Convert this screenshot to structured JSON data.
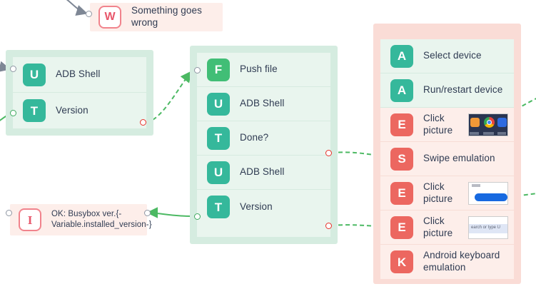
{
  "canvas": {
    "background": "#ffffff",
    "accents": {
      "teal": "#35b89b",
      "green": "#41be76",
      "red": "#ec6760",
      "pink_outline": "#f1838c",
      "group_green": "#d5ece0",
      "group_green_inner": "#e9f5ee",
      "group_pink": "#fadcd6",
      "group_pink_inner": "#fdeeea",
      "wire_green": "#4cb963",
      "wire_gray": "#7e8795",
      "port_red": "#e8312a"
    }
  },
  "nodes": {
    "warning": {
      "icon": "W",
      "icon_name": "warning-letter-icon",
      "label": "Something goes wrong"
    },
    "info": {
      "icon": "I",
      "icon_name": "info-letter-icon",
      "label": "OK: Busybox ver.{-Variable.installed_version-}"
    }
  },
  "groups": [
    {
      "id": "adb-version-group",
      "name": "group-adb-version",
      "rows": [
        {
          "icon": "U",
          "icon_color": "teal",
          "label": "ADB Shell"
        },
        {
          "icon": "T",
          "icon_color": "teal",
          "label": "Version"
        }
      ]
    },
    {
      "id": "push-file-group",
      "name": "group-push-file",
      "rows": [
        {
          "icon": "F",
          "icon_color": "green",
          "label": "Push file"
        },
        {
          "icon": "U",
          "icon_color": "teal",
          "label": "ADB Shell"
        },
        {
          "icon": "T",
          "icon_color": "teal",
          "label": "Done?"
        },
        {
          "icon": "U",
          "icon_color": "teal",
          "label": "ADB Shell"
        },
        {
          "icon": "T",
          "icon_color": "teal",
          "label": "Version"
        }
      ]
    },
    {
      "id": "device-actions-group",
      "name": "group-device-actions",
      "rows": [
        {
          "icon": "A",
          "icon_color": "teal",
          "label": "Select device",
          "tone": "green",
          "thumb": null
        },
        {
          "icon": "A",
          "icon_color": "teal",
          "label": "Run/restart device",
          "tone": "green",
          "thumb": null
        },
        {
          "icon": "E",
          "icon_color": "red",
          "label": "Click\npicture",
          "tone": "pink",
          "thumb": "home-screen"
        },
        {
          "icon": "S",
          "icon_color": "red",
          "label": "Swipe emulation",
          "tone": "pink",
          "thumb": null
        },
        {
          "icon": "E",
          "icon_color": "red",
          "label": "Click\npicture",
          "tone": "pink",
          "thumb": "blue-button-dialog"
        },
        {
          "icon": "E",
          "icon_color": "red",
          "label": "Click\npicture",
          "tone": "pink",
          "thumb": "omnibox"
        },
        {
          "icon": "K",
          "icon_color": "red",
          "label": "Android keyboard\nemulation",
          "tone": "pink",
          "thumb": null
        }
      ]
    }
  ],
  "thumbnails": {
    "omnibox": {
      "text": "earch or type U"
    }
  }
}
